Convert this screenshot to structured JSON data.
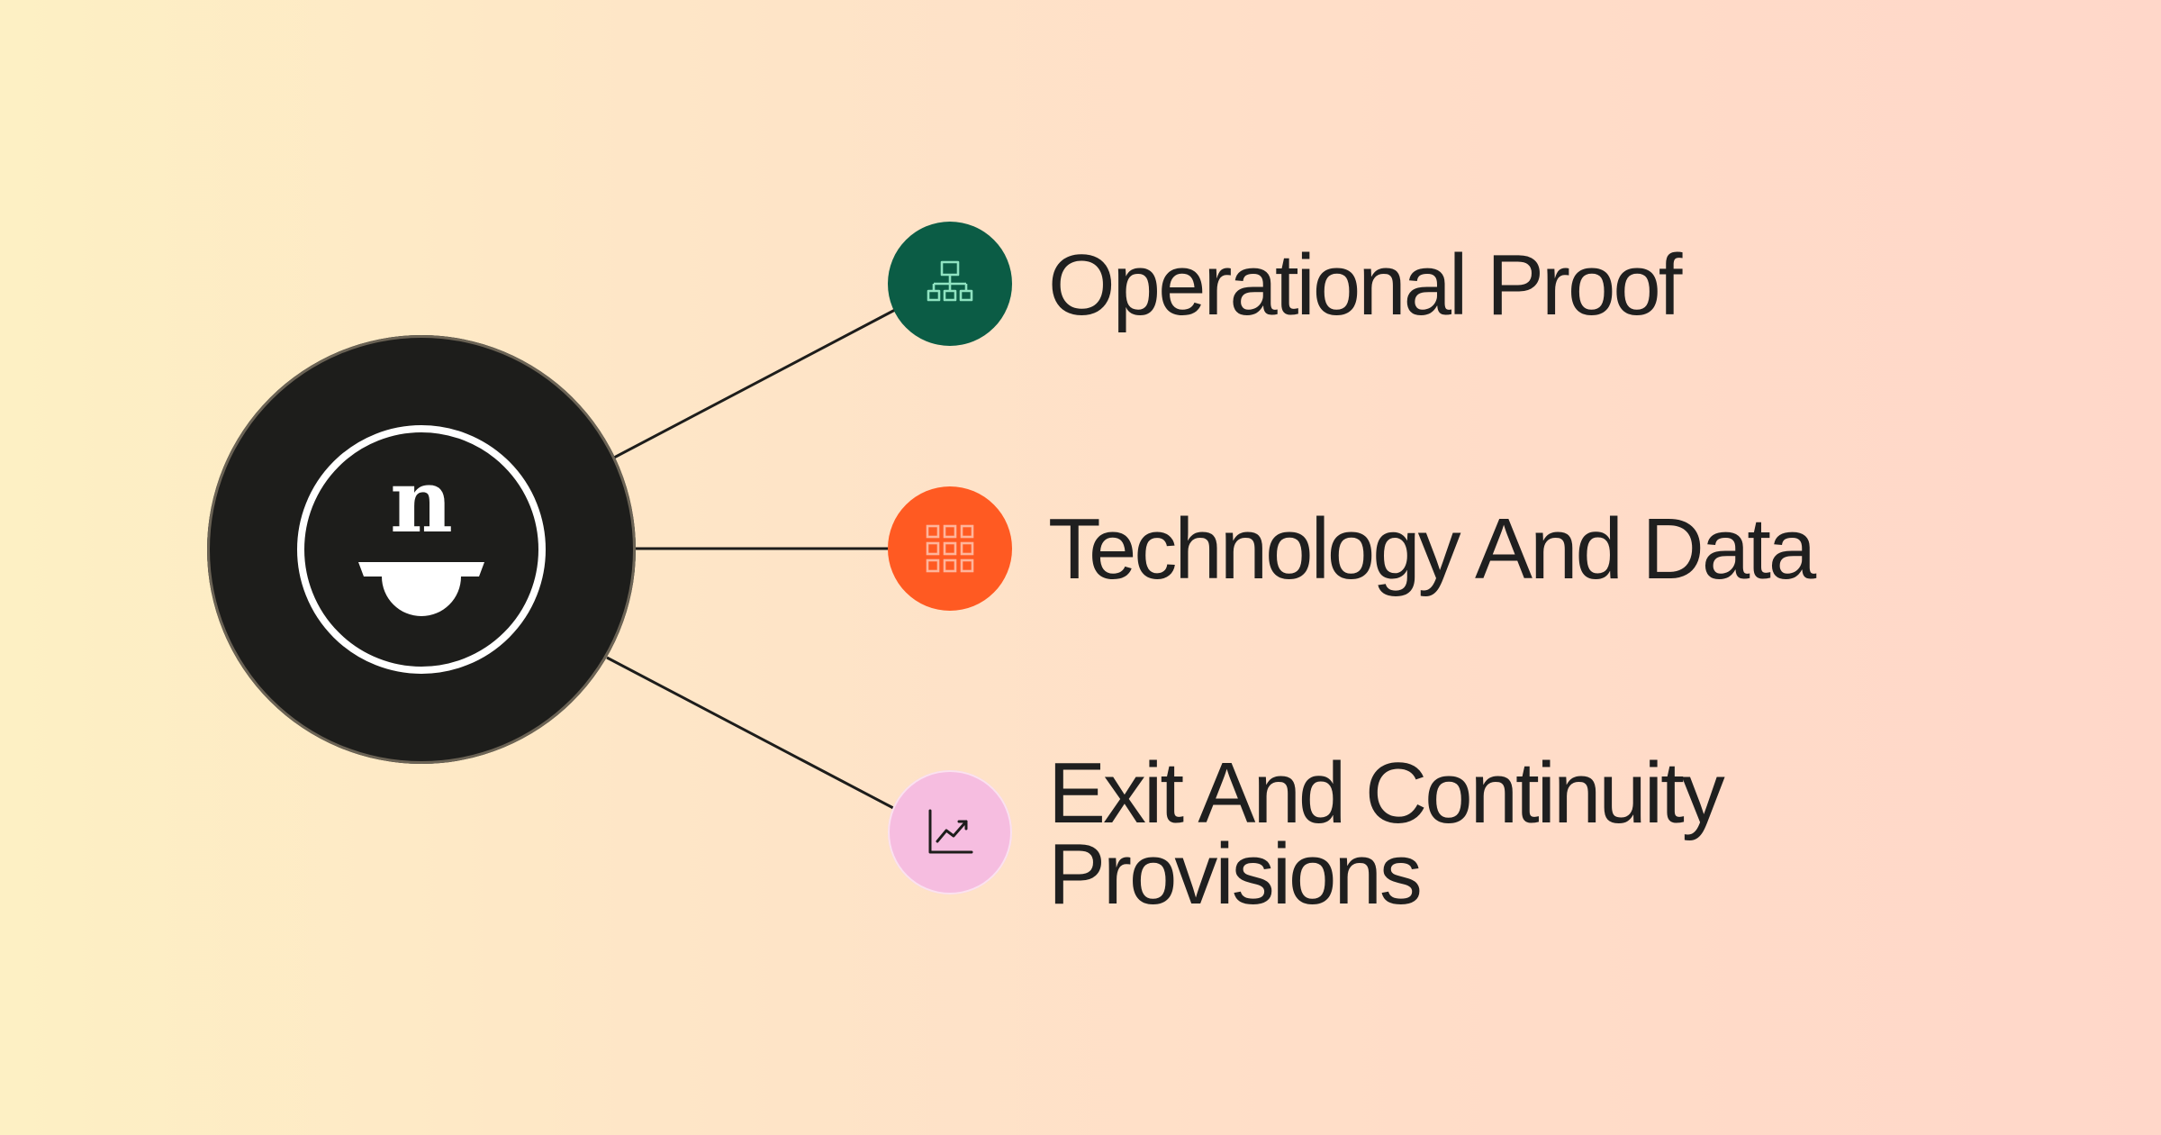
{
  "hub": {
    "icon": "smiley-n-logo-icon",
    "logo_letter": "n",
    "fill_color": "#1d1d1b"
  },
  "nodes": [
    {
      "label": "Operational Proof",
      "icon": "org-chart-icon",
      "color": "#0b5c45",
      "icon_color": "#8fe3c1"
    },
    {
      "label": "Technology And Data",
      "icon": "grid-icon",
      "color": "#ff5a22",
      "icon_color": "#ffb49a"
    },
    {
      "label_line1": "Exit And Continuity",
      "label_line2": "Provisions",
      "icon": "line-chart-icon",
      "color": "#f6bde0",
      "icon_color": "#1d1d1b"
    }
  ],
  "connector_color": "#1d1d1b"
}
